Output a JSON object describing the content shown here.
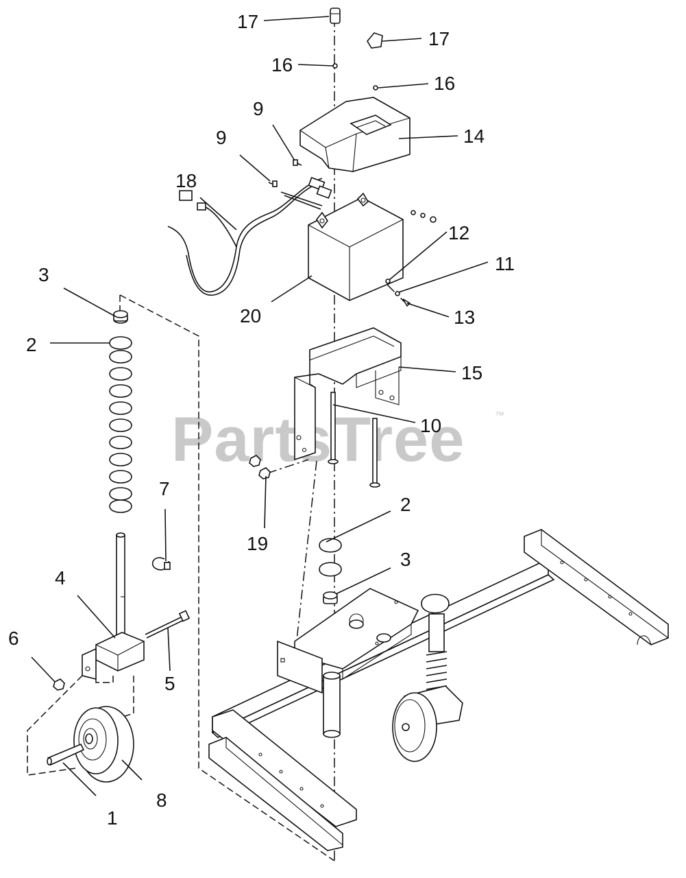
{
  "watermark": {
    "text": "PartsTree",
    "trademark": "™"
  },
  "callouts": {
    "c17a": "17",
    "c17b": "17",
    "c16a": "16",
    "c16b": "16",
    "c9a": "9",
    "c9b": "9",
    "c14": "14",
    "c18": "18",
    "c12": "12",
    "c11": "11",
    "c13": "13",
    "c20": "20",
    "c3a": "3",
    "c2a": "2",
    "c15": "15",
    "c10": "10",
    "c7": "7",
    "c19": "19",
    "c2b": "2",
    "c3b": "3",
    "c4": "4",
    "c6": "6",
    "c5": "5",
    "c8": "8",
    "c1": "1"
  }
}
